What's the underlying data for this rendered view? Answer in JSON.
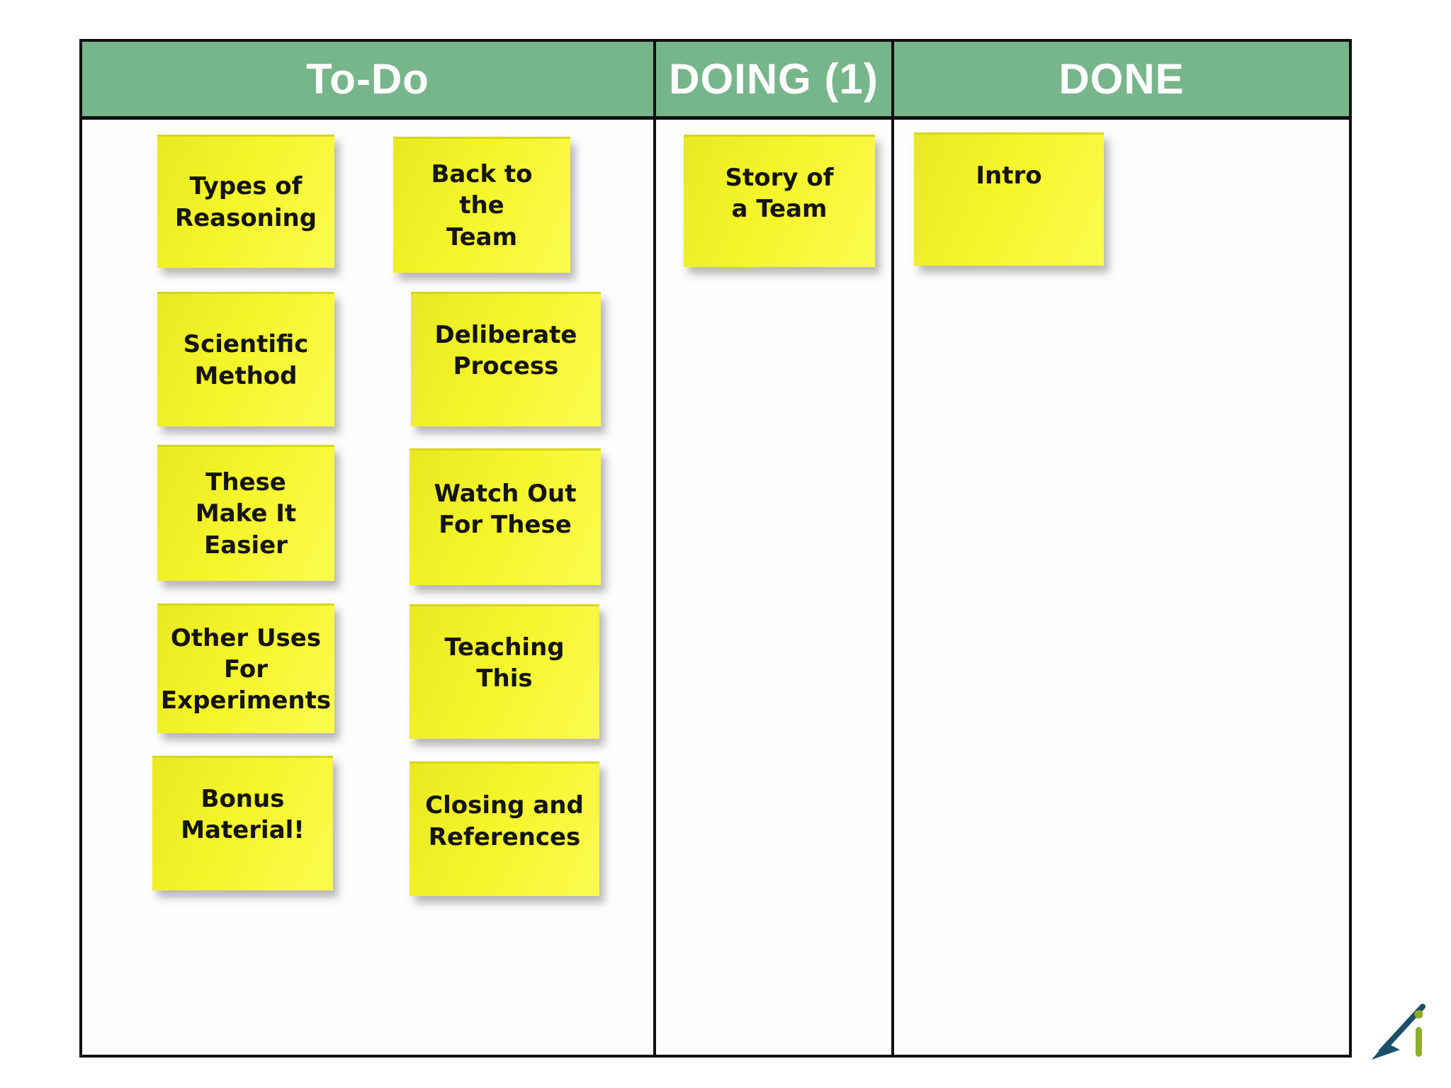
{
  "board": {
    "columns": [
      {
        "label": "To-Do"
      },
      {
        "label": "DOING (1)"
      },
      {
        "label": "DONE"
      }
    ],
    "notes": [
      {
        "id": "types-of-reasoning",
        "column": "To-Do",
        "text": "Types of\nReasoning"
      },
      {
        "id": "back-to-the-team",
        "column": "To-Do",
        "text": "Back to\nthe\nTeam"
      },
      {
        "id": "scientific-method",
        "column": "To-Do",
        "text": "Scientific\nMethod"
      },
      {
        "id": "deliberate-process",
        "column": "To-Do",
        "text": "Deliberate\nProcess"
      },
      {
        "id": "these-make-it-easier",
        "column": "To-Do",
        "text": "These\nMake It\nEasier"
      },
      {
        "id": "watch-out-for-these",
        "column": "To-Do",
        "text": "Watch Out\nFor These"
      },
      {
        "id": "other-uses-for-experiments",
        "column": "To-Do",
        "text": "Other Uses\nFor\nExperiments"
      },
      {
        "id": "teaching-this",
        "column": "To-Do",
        "text": "Teaching\nThis"
      },
      {
        "id": "bonus-material",
        "column": "To-Do",
        "text": "Bonus\nMaterial!"
      },
      {
        "id": "closing-and-references",
        "column": "To-Do",
        "text": "Closing and\nReferences"
      },
      {
        "id": "story-of-a-team",
        "column": "DOING (1)",
        "text": "Story of\na Team"
      },
      {
        "id": "intro",
        "column": "DONE",
        "text": "Intro"
      }
    ]
  },
  "colors": {
    "header_green": "#77b68b",
    "border_black": "#101010",
    "note_yellow": "#f5f52a",
    "note_text": "#141414",
    "logo_blue": "#1d4f66",
    "logo_green": "#8fad2c"
  },
  "logo": {
    "name": "angle-i-logo"
  }
}
